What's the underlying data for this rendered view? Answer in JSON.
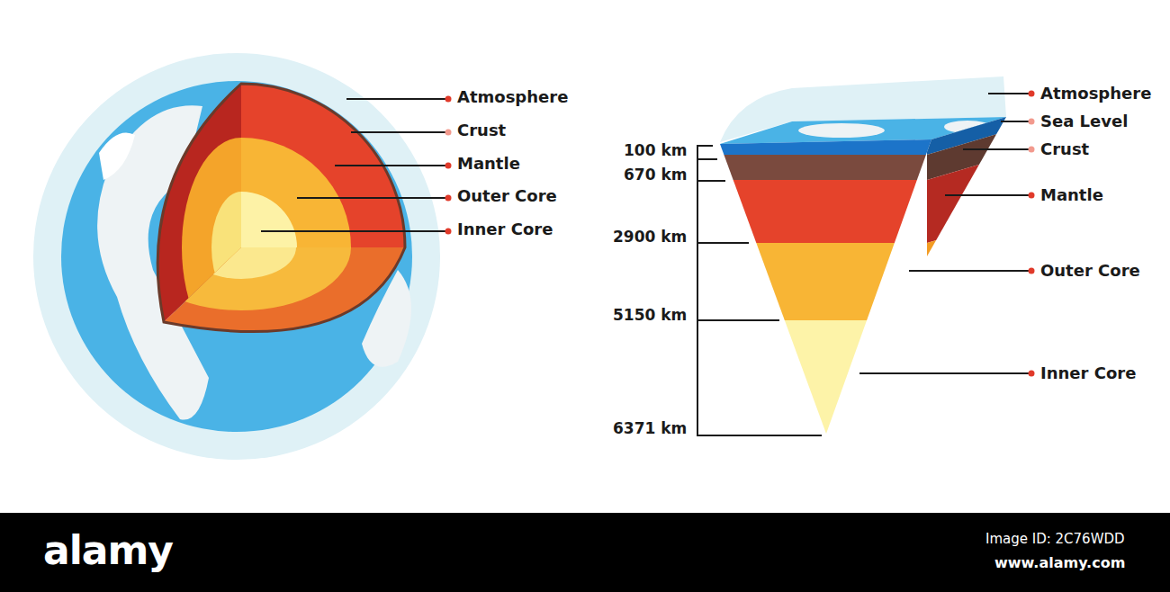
{
  "diagram": {
    "labels": [
      "Atmosphere",
      "Crust",
      "Mantle",
      "Outer Core",
      "Inner Core",
      "Atmosphere",
      "Sea Level",
      "Crust",
      "Mantle",
      "Outer Core",
      "Inner Core",
      "100 km",
      "670 km",
      "2900 km",
      "5150 km",
      "6371 km",
      "alamy",
      "Image ID: 2C76WDD",
      "www.alamy.com"
    ]
  }
}
